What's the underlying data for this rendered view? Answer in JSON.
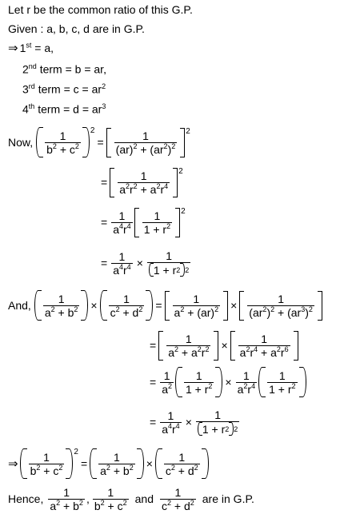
{
  "text": {
    "intro": "Let r be the common ratio of this G.P.",
    "given": "Given : a, b, c, d are in G.P.",
    "now": "Now,",
    "and_label": "And,",
    "hence": "Hence,",
    "and_word": "and",
    "conclusion": "are in G.P."
  },
  "terms": {
    "t1": "1",
    "t1_sup": "st",
    "t1_rest": " = a,",
    "t2": "2",
    "t2_sup": "nd",
    "t2_rest": " term = b = ar,",
    "t3": "3",
    "t3_sup": "rd",
    "t3_rest": " term = c = ar",
    "t3_pow": "2",
    "t4": "4",
    "t4_sup": "th",
    "t4_rest": " term = d = ar",
    "t4_pow": "3"
  },
  "symbols": {
    "implies": "⇒",
    "eq": "=",
    "times": "×",
    "one": "1",
    "sq": "2",
    "comma": ","
  }
}
